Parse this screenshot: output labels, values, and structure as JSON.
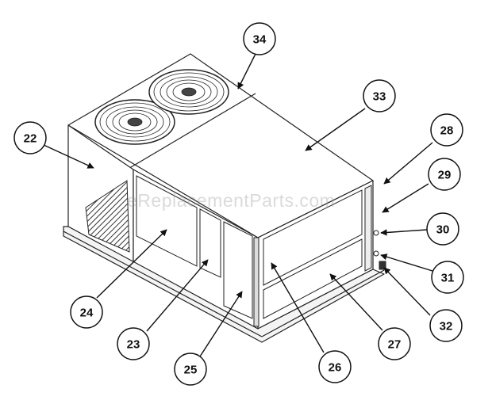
{
  "watermark": "eReplacementParts.com",
  "callouts": [
    {
      "id": "34",
      "label": "34"
    },
    {
      "id": "33",
      "label": "33"
    },
    {
      "id": "28",
      "label": "28"
    },
    {
      "id": "29",
      "label": "29"
    },
    {
      "id": "30",
      "label": "30"
    },
    {
      "id": "31",
      "label": "31"
    },
    {
      "id": "32",
      "label": "32"
    },
    {
      "id": "22",
      "label": "22"
    },
    {
      "id": "24",
      "label": "24"
    },
    {
      "id": "23",
      "label": "23"
    },
    {
      "id": "25",
      "label": "25"
    },
    {
      "id": "26",
      "label": "26"
    },
    {
      "id": "27",
      "label": "27"
    }
  ],
  "colors": {
    "line": "#222222",
    "fill": "#ffffff",
    "grille": "#333333"
  }
}
